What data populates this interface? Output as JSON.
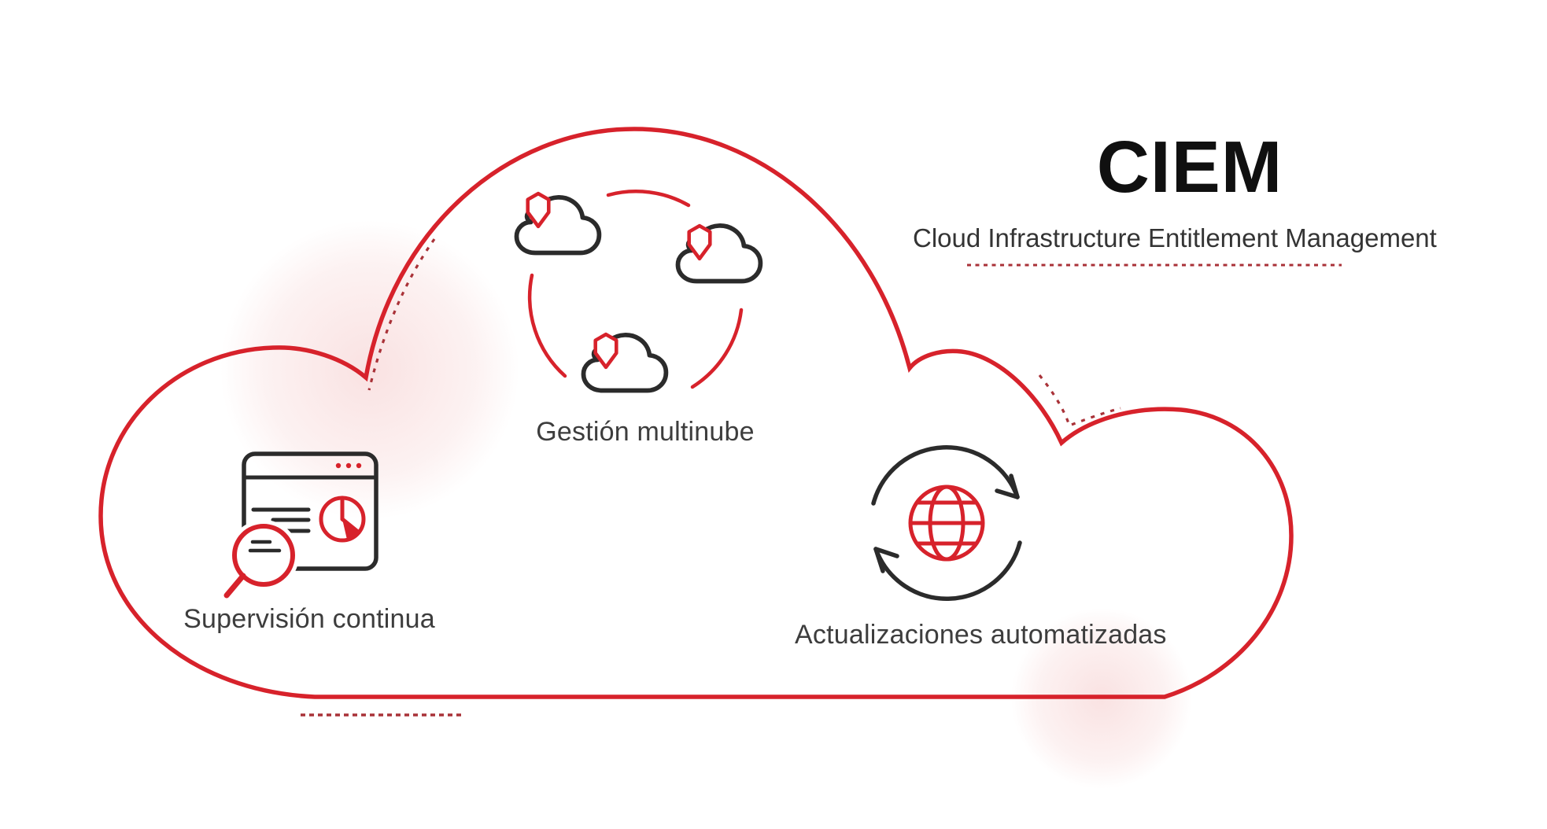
{
  "title": {
    "text": "CIEM",
    "subtitle": "Cloud Infrastructure Entitlement Management"
  },
  "features": {
    "multicloud": {
      "label": "Gestión multinube",
      "icon": "shielded-clouds-cycle-icon"
    },
    "monitoring": {
      "label": "Supervisión continua",
      "icon": "browser-window-magnifier-icon"
    },
    "updates": {
      "label": "Actualizaciones automatizadas",
      "icon": "globe-sync-arrows-icon"
    }
  },
  "icons": [
    "cloud-icon",
    "shield-icon",
    "cycle-arcs-icon",
    "browser-window-icon",
    "window-dots-icon",
    "text-lines-icon",
    "pie-chart-icon",
    "magnifier-icon",
    "globe-icon",
    "sync-arrows-icon",
    "cloud-outline-shape"
  ],
  "colors": {
    "accent_red": "#d7222b",
    "dark_dotted_red": "#a93238",
    "icon_ink": "#2b2b2b",
    "text_gray": "#3d3d3d",
    "title_black": "#101010",
    "blush_pink": "#f5caca"
  }
}
